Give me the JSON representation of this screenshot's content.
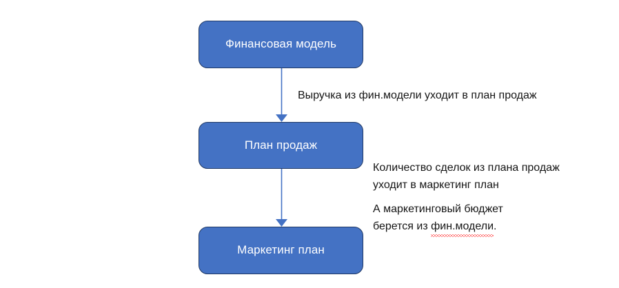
{
  "diagram": {
    "title_absent": true,
    "accent_fill": "#4472C4",
    "accent_border": "#1F3864",
    "text_color": "#141414",
    "spellcheck_color": "#FF0000",
    "nodes": [
      {
        "id": "finmodel",
        "label": "Финансовая модель"
      },
      {
        "id": "salesplan",
        "label": "План продаж"
      },
      {
        "id": "marketing",
        "label": "Маркетинг план"
      }
    ],
    "connectors": [
      {
        "id": "arrow-finmodel-to-salesplan",
        "from": "finmodel",
        "to": "salesplan"
      },
      {
        "id": "arrow-salesplan-to-marketing",
        "from": "salesplan",
        "to": "marketing"
      }
    ],
    "annotations": {
      "revenue": "Выручка  из фин.модели уходит в план продаж",
      "deals_line1": "Количество сделок из плана продаж",
      "deals_line2": "уходит в маркетинг план",
      "budget_line1": "А маркетинговый бюджет",
      "budget_line2_prefix": "берется из ",
      "budget_line2_misspelled": "фин.модели",
      "budget_line2_suffix": "."
    }
  }
}
